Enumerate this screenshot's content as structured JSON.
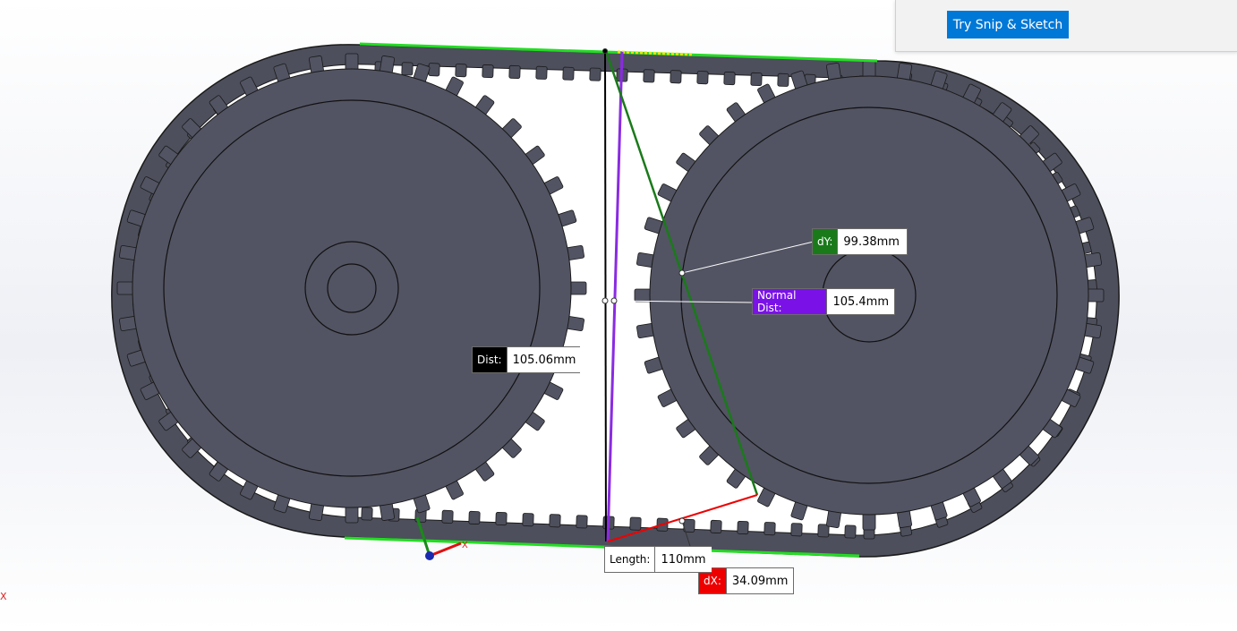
{
  "snip_panel": {
    "button_label": "Try Snip & Sketch"
  },
  "measurements": {
    "dist": {
      "label": "Dist:",
      "value": "105.06mm"
    },
    "normal_dist": {
      "label": "Normal Dist:",
      "value": "105.4mm"
    },
    "dy": {
      "label": "dY:",
      "value": "99.38mm"
    },
    "dx": {
      "label": "dX:",
      "value": "34.09mm"
    },
    "length": {
      "label": "Length:",
      "value": "110mm"
    }
  },
  "triad": {
    "x_label": "X",
    "corner_label": "X"
  },
  "colors": {
    "belt": "#4d4f5c",
    "belt_outline": "#1a1a1a",
    "gear_fill": "#525463",
    "highlight_green": "#22dd22",
    "dist_label_bg": "#000000",
    "normal_label_bg": "#7a12e8",
    "dy_label_bg": "#1a7a1a",
    "dx_label_bg": "#ee0000",
    "snip_button": "#0078d7"
  },
  "icons": [
    "coordinate-triad-icon"
  ]
}
